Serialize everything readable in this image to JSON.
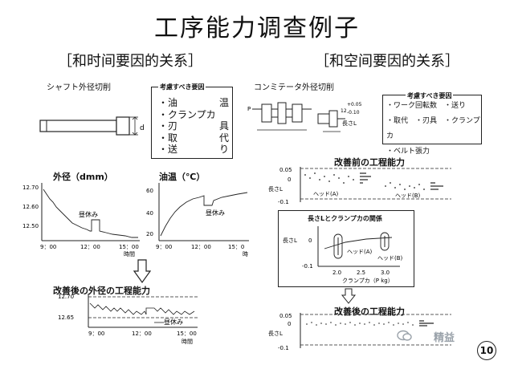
{
  "title": "工序能力调查例子",
  "left_section": {
    "heading": "［和时间要因的关系］"
  },
  "right_section": {
    "heading": "［和空间要因的关系］"
  },
  "left": {
    "part_name": "シャフト外径切削",
    "dim_label": "d",
    "factors_title": "考慮すべき要因",
    "factors": [
      {
        "left": "・油",
        "right": "温"
      },
      {
        "left": "・クランプカ",
        "right": ""
      },
      {
        "left": "・刃",
        "right": "具"
      },
      {
        "left": "・取",
        "right": "代"
      },
      {
        "left": "・送",
        "right": "り"
      }
    ],
    "chart1": {
      "title": "外径（dmm）",
      "y_ticks": [
        "12.70",
        "12.60",
        "12.50"
      ],
      "x_ticks": [
        "9：00",
        "12：00",
        "15：00"
      ],
      "x_unit": "時間",
      "annotation": "昼休み"
    },
    "chart2": {
      "title": "油温（℃）",
      "y_ticks": [
        "60",
        "40",
        "20"
      ],
      "x_ticks": [
        "9：00",
        "12：00",
        "15：0"
      ],
      "x_unit": "時",
      "annotation": "昼休み"
    },
    "after": {
      "title": "改善後の外径の工程能力",
      "y_ticks": [
        "12.70",
        "12.65"
      ],
      "x_ticks": [
        "9：00",
        "12：00",
        "15：00"
      ],
      "x_unit": "時間",
      "annotation": "昼休み"
    }
  },
  "right": {
    "part_name": "コンミテータ外径切削",
    "tolerance_upper": "+0.05",
    "tolerance_lower": "-0.10",
    "nominal": "12",
    "length_label": "長さL",
    "p_label": "P",
    "factors_title": "考慮すべき要因",
    "factors_lines": [
      "・ワーク回転数　・送り",
      "・取代　・刃具　・クランプカ",
      "・ベルト張力"
    ],
    "before": {
      "title": "改善前の工程能力",
      "y_ticks": [
        "0.05",
        "0",
        "-0.1"
      ],
      "y_label": "長さL",
      "head_a": "ヘッド(A)",
      "head_b": "ヘッド(B)"
    },
    "relation": {
      "title": "長さLとクランプカの関係",
      "y_ticks": [
        "0",
        "-0.1"
      ],
      "y_label": "長さL",
      "x_ticks": [
        "2.0",
        "2.5",
        "3.0"
      ],
      "x_label": "クランプカ（P kg）",
      "head_a": "ヘッド(A)",
      "head_b": "ヘッド(B)"
    },
    "after": {
      "title": "改善後の工程能力",
      "y_ticks": [
        "0.05",
        "0",
        "-0.1"
      ],
      "y_label": "長さL"
    }
  },
  "page_number": "10",
  "watermark": "精益"
}
